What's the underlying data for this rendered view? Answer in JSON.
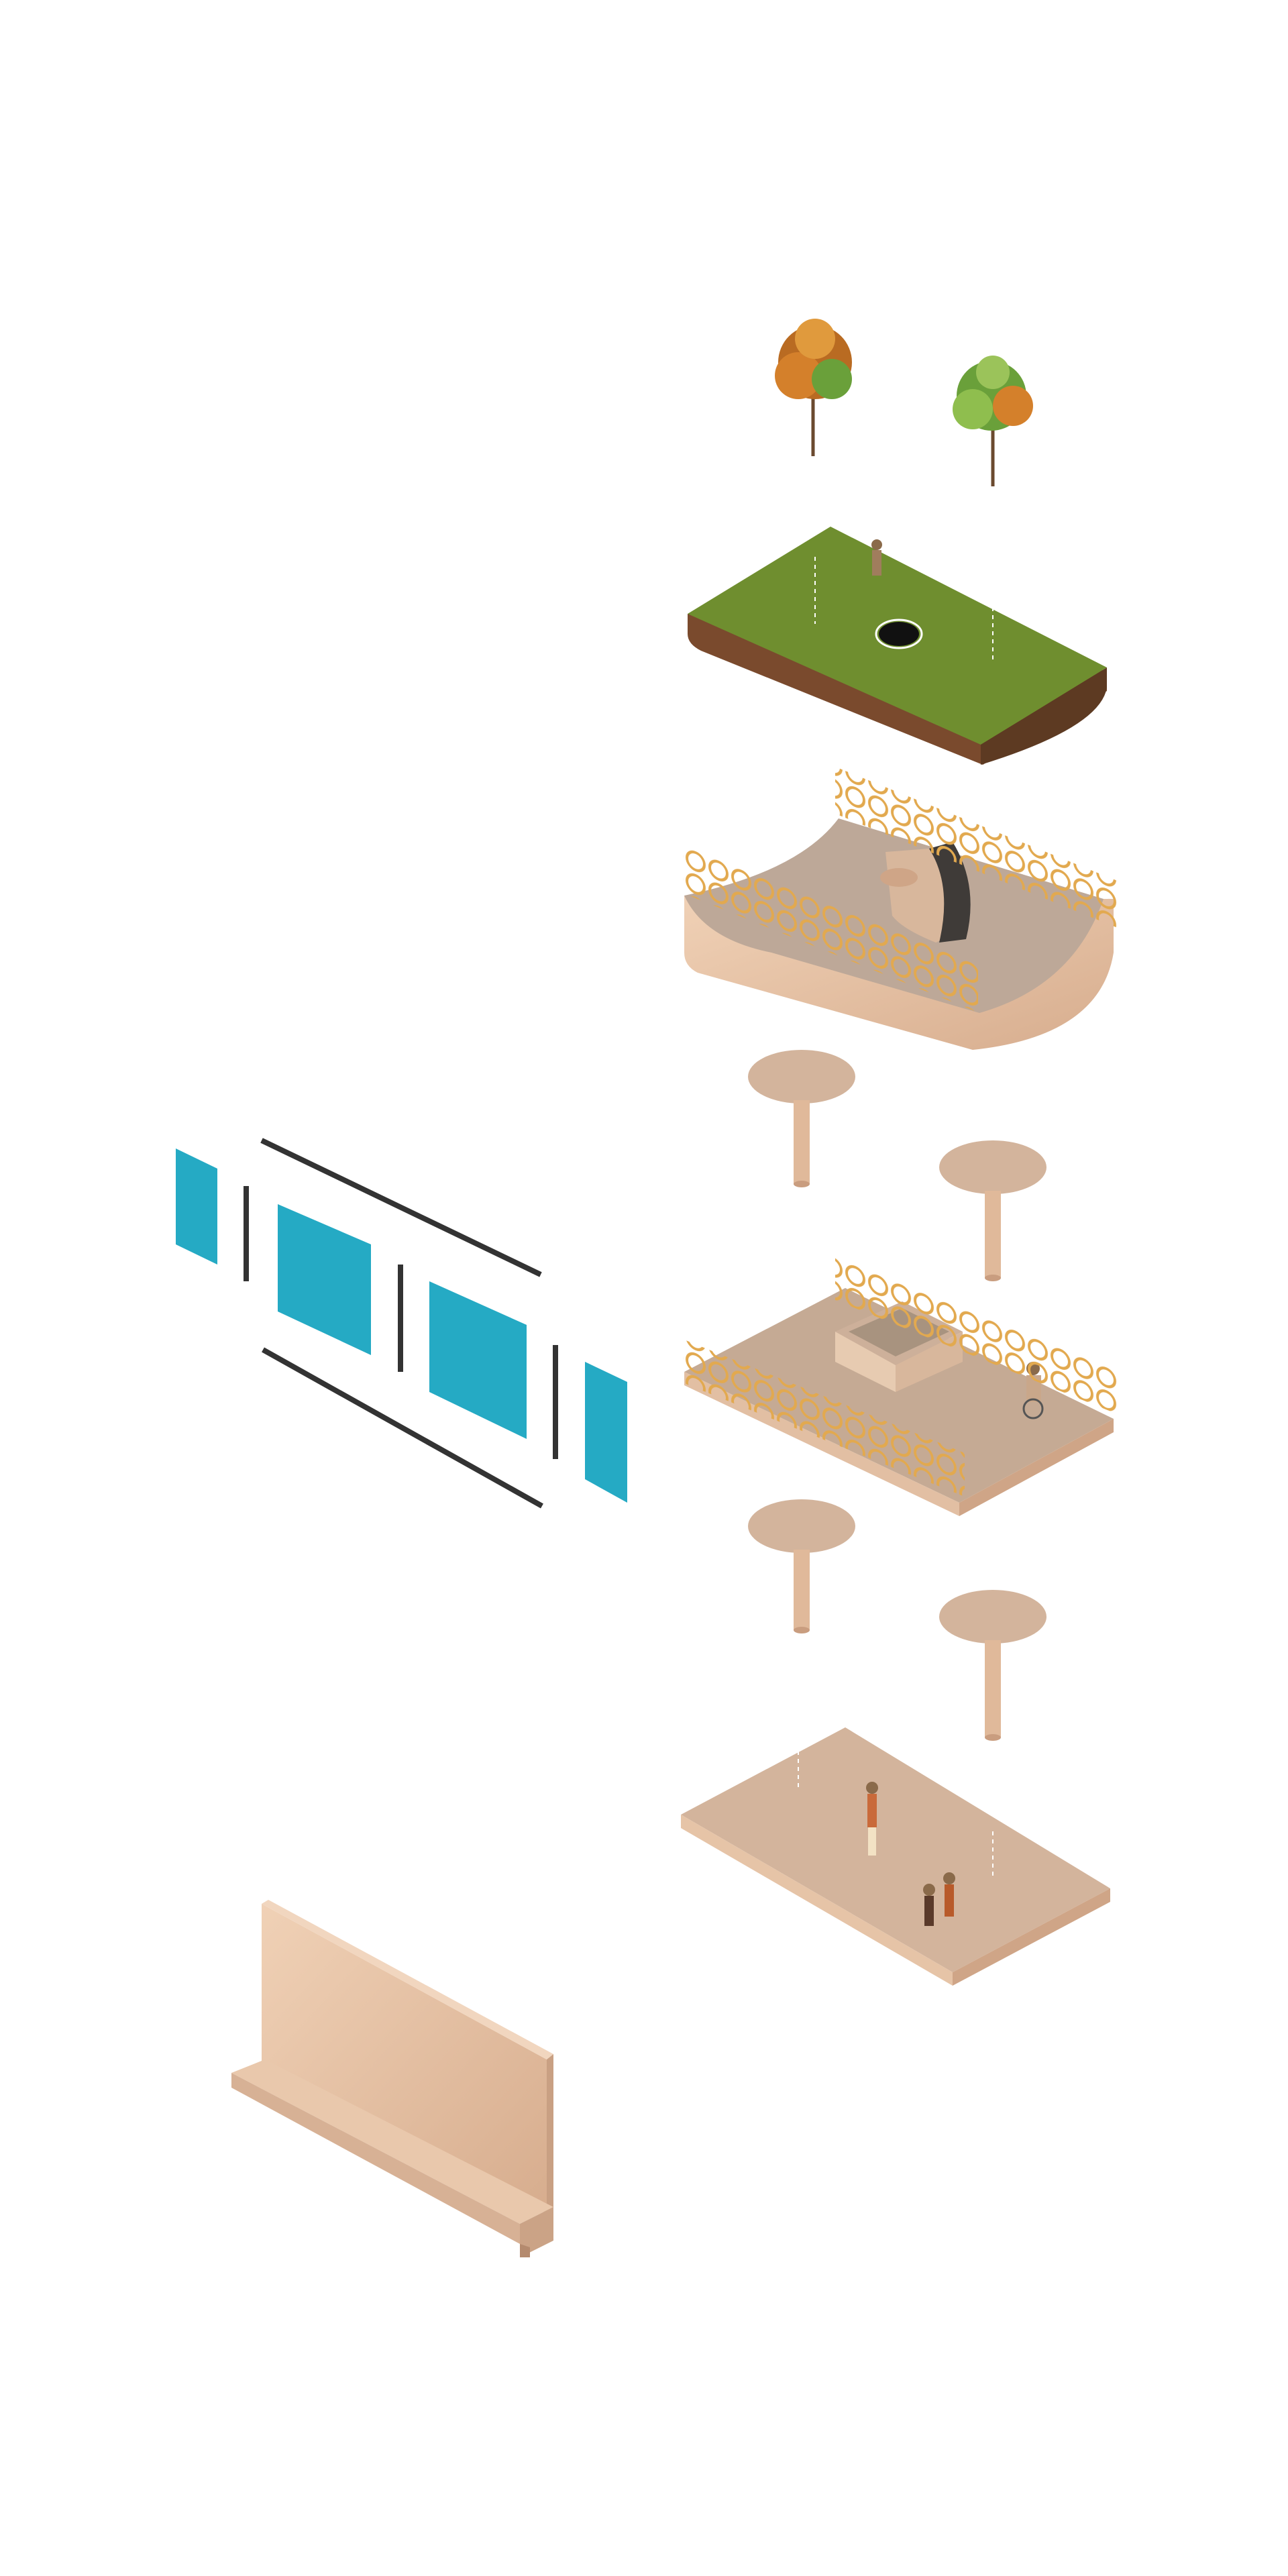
{
  "diagram": {
    "kind": "exploded axonometric",
    "text_labels": [],
    "components": {
      "trees": {
        "count": 2,
        "icon": "tree-icon"
      },
      "green_roof": {
        "has_skylight_hole": true,
        "figures": 1
      },
      "upper_shell": {
        "has_lattice_railings": true,
        "has_curved_walls": true,
        "has_light_funnel": true
      },
      "columns_upper": {
        "count": 2
      },
      "middle_deck": {
        "has_lattice_railings": true,
        "has_planter_box": true,
        "figures": 1
      },
      "columns_lower": {
        "count": 2
      },
      "ground_slab": {
        "figures": 3
      },
      "bench_wall": {
        "count": 1
      },
      "glazing_panels": {
        "count": 4
      },
      "mullion_bars": {
        "vertical": 3,
        "horizontal": 2
      }
    },
    "colors": {
      "background": "#ffffff",
      "grass": "#6f8e2f",
      "soil": "#7a4a2d",
      "concrete": "#e8c3a6",
      "concrete_dark": "#cfa587",
      "lattice": "#e7b25a",
      "glass": "#25aac4",
      "steel": "#333333",
      "foliage": "#d4802b",
      "foliage_green": "#6aa03a"
    }
  }
}
